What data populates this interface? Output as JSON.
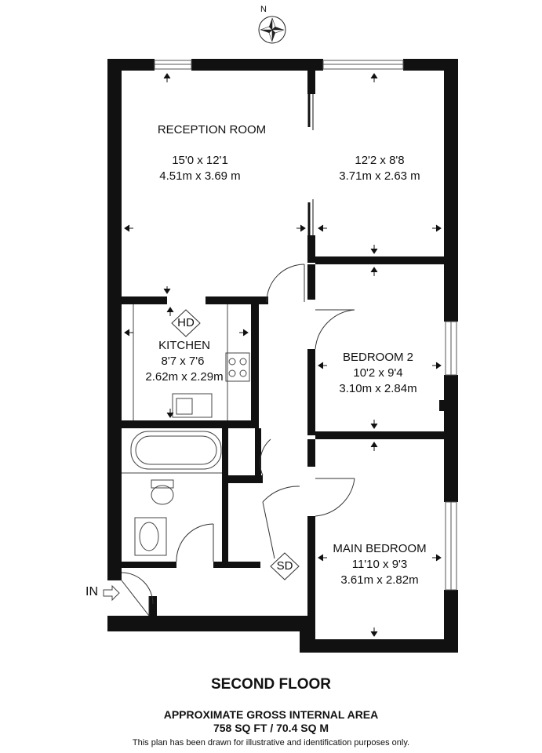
{
  "compass": {
    "label": "N"
  },
  "rooms": {
    "reception": {
      "name": "RECEPTION ROOM",
      "imperial": "15'0 x 12'1",
      "metric": "4.51m x 3.69 m"
    },
    "reception_ext": {
      "imperial": "12'2 x 8'8",
      "metric": "3.71m x 2.63 m"
    },
    "kitchen": {
      "name": "KITCHEN",
      "imperial": "8'7 x 7'6",
      "metric": "2.62m x 2.29m"
    },
    "bedroom2": {
      "name": "BEDROOM 2",
      "imperial": "10'2 x 9'4",
      "metric": "3.10m x 2.84m"
    },
    "main_bedroom": {
      "name": "MAIN BEDROOM",
      "imperial": "11'10 x 9'3",
      "metric": "3.61m x 2.82m"
    }
  },
  "badges": {
    "hd": "HD",
    "sd": "SD"
  },
  "entrance": {
    "label": "IN"
  },
  "footer": {
    "floor": "SECOND FLOOR",
    "area_heading": "APPROXIMATE GROSS INTERNAL AREA",
    "area_value": "758 SQ FT / 70.4 SQ M",
    "disclaimer": "This plan has been drawn for illustrative and identification purposes only."
  }
}
